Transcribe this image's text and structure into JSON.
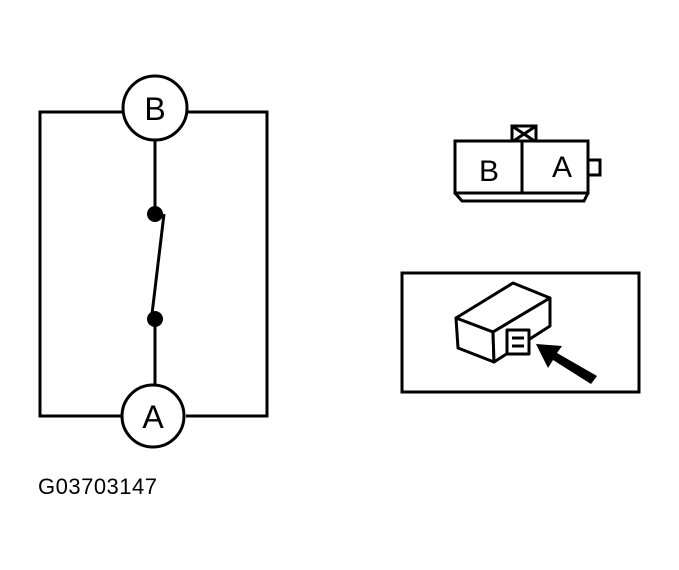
{
  "schematic": {
    "terminal_top": "B",
    "terminal_bottom": "A"
  },
  "connector": {
    "left_cavity": "B",
    "right_cavity": "A"
  },
  "figure_id": "G03703147"
}
